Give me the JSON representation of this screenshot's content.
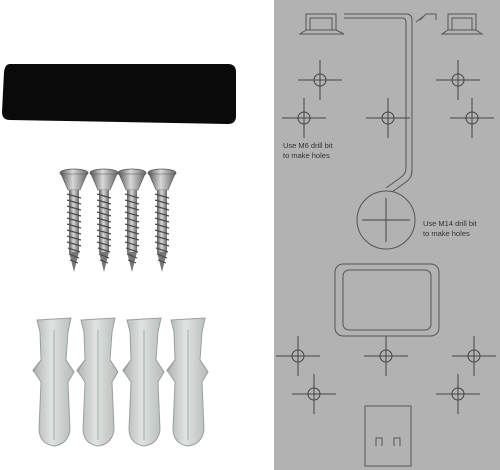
{
  "template": {
    "note_m6": [
      "Use M6 drill bit",
      "to make holes"
    ],
    "note_m14": [
      "Use M14 drill bit",
      "to make holes"
    ]
  },
  "colors": {
    "background": "#ffffff",
    "template_paper": "#b2b2b2",
    "template_line": "#555555",
    "strip": "#0a0a0a",
    "screw": "#9a9a9a",
    "anchor": "#c7ccc9"
  }
}
